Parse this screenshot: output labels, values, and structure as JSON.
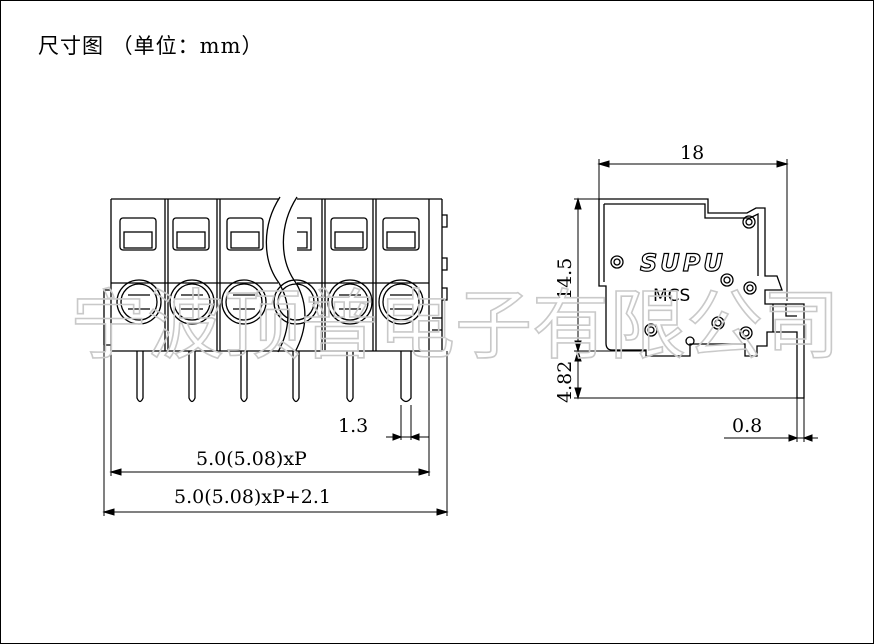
{
  "title": "尺寸图  （单位：mm）",
  "watermark": "宁波顶普电子有限公司",
  "front_view": {
    "pitch_small": "1.3",
    "pitch_label": "5.0(5.08)xP",
    "length_label": "5.0(5.08)xP+2.1"
  },
  "side_view": {
    "width": "18",
    "height": "14.5",
    "pin_length": "4.82",
    "pin_thickness": "0.8",
    "brand": "SUPU",
    "model": "MCS"
  }
}
